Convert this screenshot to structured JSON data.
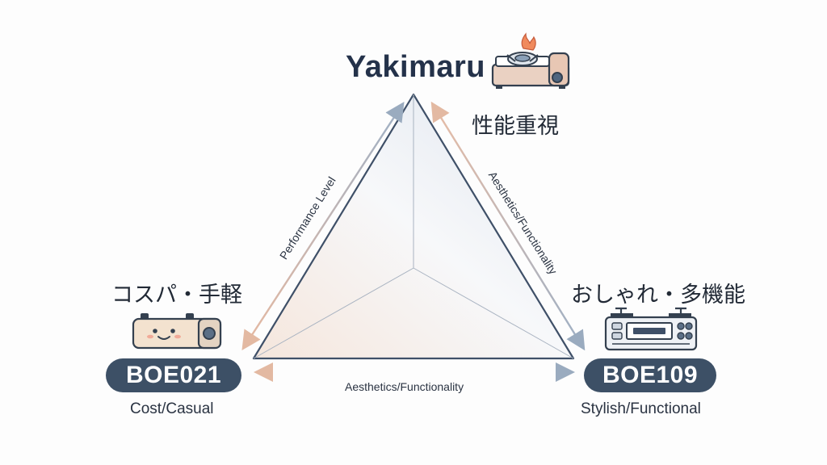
{
  "top_vertex": {
    "name": "Yakimaru",
    "subtitle_jp": "性能重視",
    "icon": "portable-stove-flame-icon"
  },
  "left_vertex": {
    "subtitle_jp": "コスパ・手軽",
    "model": "BOE021",
    "caption": "Cost/Casual",
    "icon": "smiling-cassette-stove-icon"
  },
  "right_vertex": {
    "subtitle_jp": "おしゃれ・多機能",
    "model": "BOE109",
    "caption": "Stylish/Functional",
    "icon": "multifunction-range-icon"
  },
  "axes": {
    "left_edge": "Performance Level",
    "right_edge": "Aesthetics/Functionality",
    "bottom_edge": "Aesthetics/Functionality"
  },
  "colors": {
    "pill": "#3d5066",
    "triangle_stroke": "#3f5068",
    "arrow_blue": "#9aaabd",
    "arrow_peach": "#e3bba6"
  }
}
